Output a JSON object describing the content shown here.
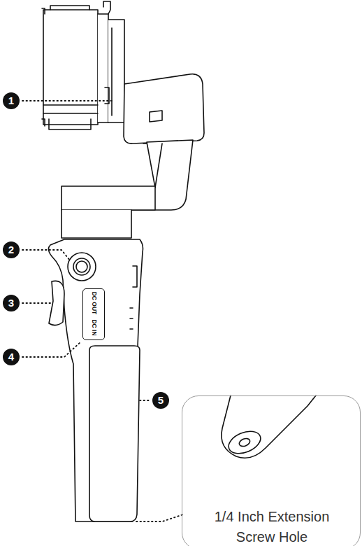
{
  "diagram": {
    "nodes": [
      {
        "text": [
          "DC OUT",
          "DC IN"
        ]
      },
      {
        "text": [
          "1/4 Inch Extension Screw Hole"
        ]
      }
    ],
    "labels": [
      "1",
      "2",
      "3",
      "4",
      "5"
    ]
  }
}
